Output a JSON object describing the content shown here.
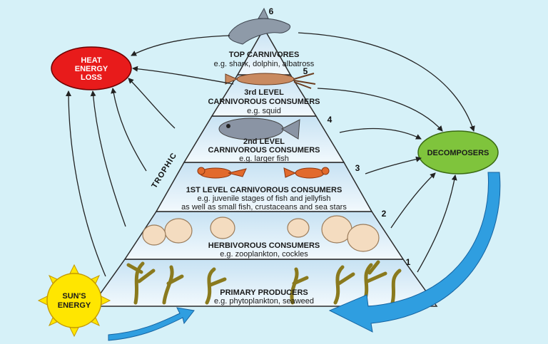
{
  "colors": {
    "background": "#d6f1f8",
    "heat_oval": "#e81b1b",
    "decomposers_oval": "#7fc43c",
    "sun": "#ffe600",
    "blue_arrow": "#2f9ee0",
    "pyramid_band_light": "#e6f3fb",
    "pyramid_band_mid": "#c7e2f3"
  },
  "heat_loss": {
    "line1": "HEAT",
    "line2": "ENERGY",
    "line3": "LOSS"
  },
  "decomposers": {
    "label": "DECOMPOSERS"
  },
  "sun": {
    "line1": "SUN'S",
    "line2": "ENERGY"
  },
  "trophic_label": "TROPHIC",
  "levels": [
    {
      "number": "1",
      "title": "PRIMARY PRODUCERS",
      "example": "e.g. phytoplankton, seaweed",
      "icon": "seaweed-icon"
    },
    {
      "number": "2",
      "title": "HERBIVOROUS CONSUMERS",
      "example": "e.g. zooplankton, cockles",
      "icon": "cockle-shell-icon"
    },
    {
      "number": "3",
      "title": "1ST LEVEL CARNIVOROUS CONSUMERS",
      "example": "e.g. juvenile stages of fish and jellyfish",
      "example2": "as well as small fish, crustaceans and sea stars",
      "icon": "crayfish-icon"
    },
    {
      "number": "4",
      "title1": "2nd LEVEL",
      "title2": "CARNIVOROUS CONSUMERS",
      "example": "e.g. larger fish",
      "icon": "fish-icon"
    },
    {
      "number": "5",
      "title1": "3rd LEVEL",
      "title2": "CARNIVOROUS CONSUMERS",
      "example": "e.g. squid",
      "icon": "squid-icon"
    },
    {
      "number": "6",
      "title": "TOP CARNIVORES",
      "example": "e.g. shark, dolphin, albatross",
      "icon": "dolphin-icon"
    }
  ]
}
